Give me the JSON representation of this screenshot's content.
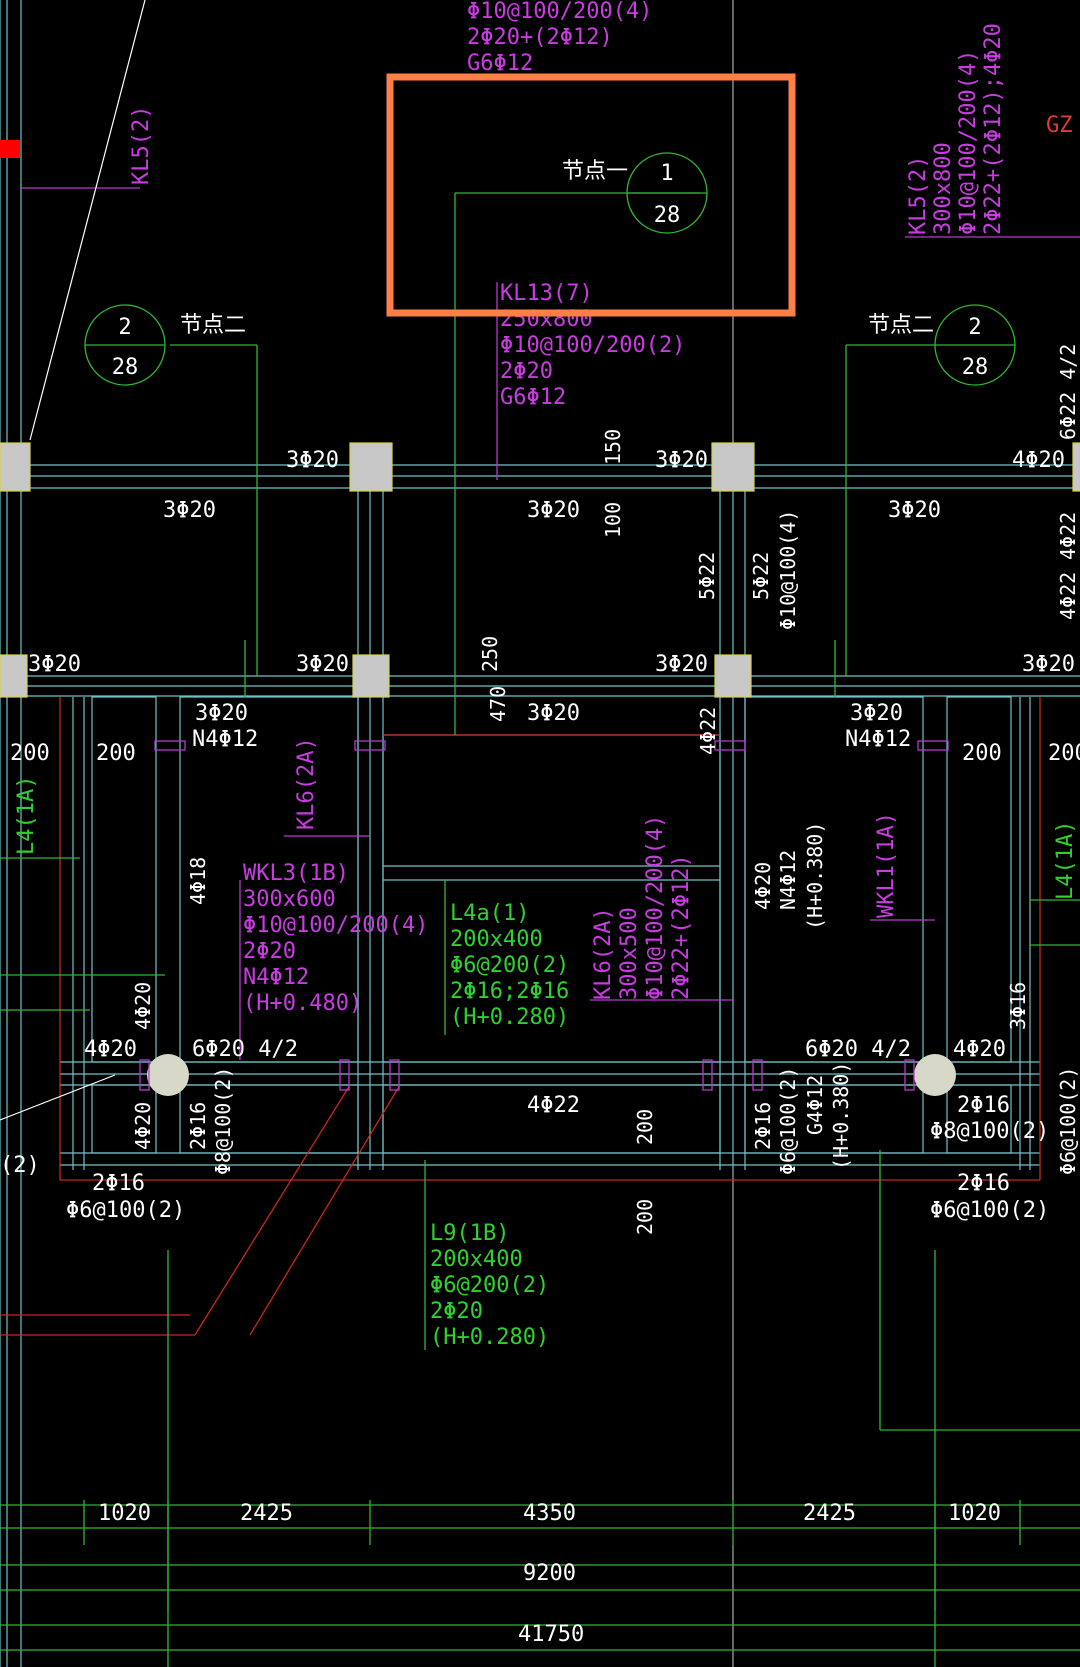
{
  "highlight_color": "#ff7f47",
  "top_texts": {
    "top1": "Φ10@100/200(4)",
    "top2": "2Φ20+(2Φ12)",
    "top3": "G6Φ12"
  },
  "node_labels": {
    "node1": "节点一",
    "node2_left": "节点二",
    "node2_right": "节点二"
  },
  "detail_marks": {
    "d1": {
      "num": "1",
      "sheet": "28"
    },
    "d2l": {
      "num": "2",
      "sheet": "28"
    },
    "d2r": {
      "num": "2",
      "sheet": "28"
    }
  },
  "beams": {
    "kl5_left": "KL5(2)",
    "kl13": [
      "KL13(7)",
      "250x800",
      "Φ10@100/200(2)",
      "2Φ20",
      "G6Φ12"
    ],
    "kl5_right": [
      "KL5(2)",
      "300x800",
      "Φ10@100/200(4)",
      "2Φ22+(2Φ12);4Φ20"
    ],
    "gz": "GZ",
    "kl6_a": "KL6(2A)",
    "wkl3": [
      "WKL3(1B)",
      "300x600",
      "Φ10@100/200(4)",
      "2Φ20",
      "N4Φ12",
      "(H+0.480)"
    ],
    "l4a": [
      "L4a(1)",
      "200x400",
      "Φ6@200(2)",
      "2Φ16;2Φ16",
      "(H+0.280)"
    ],
    "kl6_b": [
      "KL6(2A)",
      "300x500",
      "Φ10@100/200(4)",
      "2Φ22+(2Φ12)"
    ],
    "wkl1": "WKL1(1A)",
    "l4_left": "L4(1A)",
    "l4_right": "L4(1A)",
    "l9": [
      "L9(1B)",
      "200x400",
      "Φ6@200(2)",
      "2Φ20",
      "(H+0.280)"
    ]
  },
  "rebar": {
    "r3p20": "3Φ20",
    "r4p20": "4Φ20",
    "r5p22": "5Φ22",
    "r5p22b": "5Φ22",
    "stirrup_c": "Φ10@100(4)",
    "v150": "150",
    "v100": "100",
    "v250": "250",
    "v470": "470",
    "n4p12": "N4Φ12",
    "n4p12b": "N4Φ12",
    "h0380": "(H+0.380)",
    "r4p18": "4Φ18",
    "r4p22": "4Φ22",
    "r4p22b": "4Φ22",
    "r6p22_42": "6Φ22 4/2",
    "r4p22_side": "4Φ22",
    "r4p22_side2": "4Φ22",
    "r6p20_42": "6Φ20 4/2",
    "r6p20_42b": "6Φ20 4/2",
    "r2p16": "2Φ16",
    "p8_100": "Φ8@100(2)",
    "p6_100": "Φ6@100(2)",
    "g4p12": "G4Φ12",
    "r3p16": "3Φ16",
    "v200": "200",
    "paren2": "(2)"
  },
  "dims": {
    "row1": [
      "1020",
      "2425",
      "4350",
      "2425",
      "1020"
    ],
    "total1": "9200",
    "total2": "41750"
  }
}
